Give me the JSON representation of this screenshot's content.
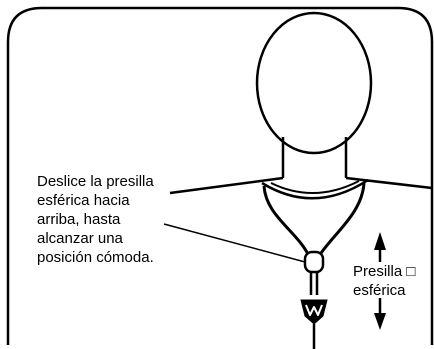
{
  "instruction": {
    "lines": [
      "Deslice la presilla",
      "esférica hacia",
      "arriba, hasta",
      "alcanzar una",
      "posición cómoda."
    ]
  },
  "clip_label": {
    "lines": [
      "Presilla □",
      "esférica"
    ]
  },
  "colors": {
    "stroke": "#000000",
    "background": "#ffffff"
  },
  "icons": {
    "pendant": "w-logo-pendant-icon",
    "up_arrow": "arrow-up-icon",
    "down_arrow": "arrow-down-icon"
  }
}
